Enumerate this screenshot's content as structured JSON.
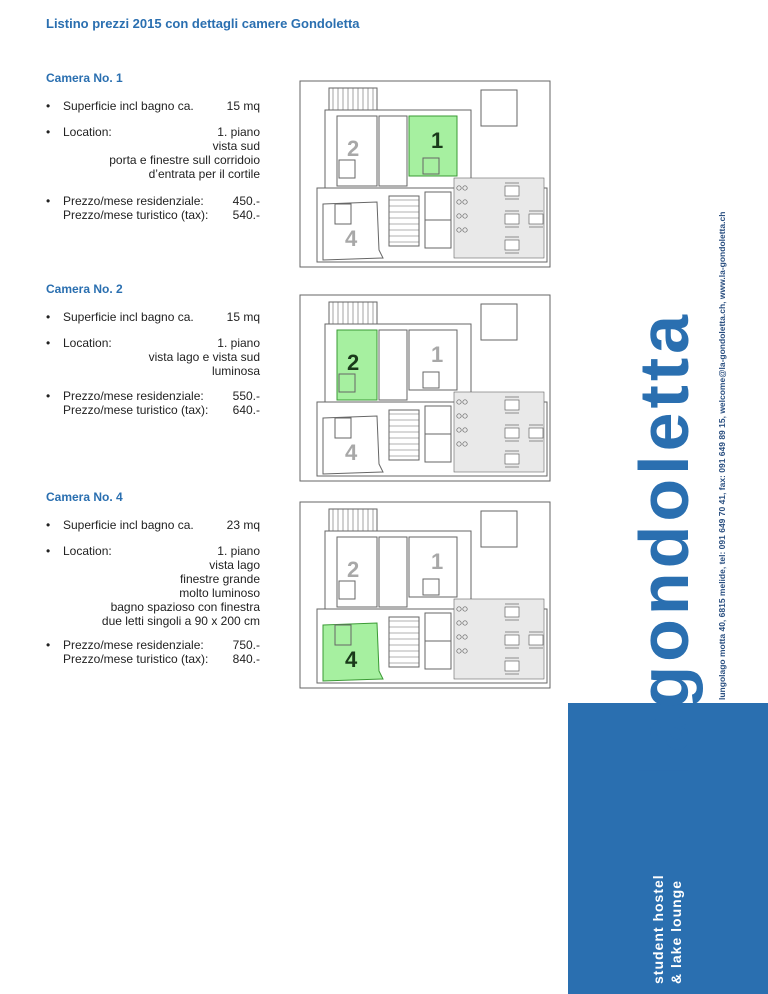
{
  "page_title": "Listino prezzi 2015 con dettagli camere Gondoletta",
  "brand": {
    "name": "lagondoletta",
    "tagline_line1": "student hostel",
    "tagline_line2": "& lake lounge",
    "contact": "lungolago motta 40, 6815 melide, tel: 091 649 70 41, fax: 091 649 89 15, welcome@la-gondoletta.ch, www.la-gondoletta.ch",
    "accent_color": "#2a6fb0"
  },
  "rooms": [
    {
      "heading": "Camera No. 1",
      "size_label": "Superficie incl bagno ca.",
      "size_value": "15 mq",
      "location_label": "Location:",
      "location_lines": [
        "1. piano",
        "vista sud",
        "porta e finestre sull corridoio",
        "d’entrata per il cortile"
      ],
      "price_res_label": "Prezzo/mese residenziale:",
      "price_res_value": "450.-",
      "price_tour_label": "Prezzo/mese turistico (tax):",
      "price_tour_value": "540.-",
      "highlighted_room": "1"
    },
    {
      "heading": "Camera No. 2",
      "size_label": "Superficie incl bagno ca.",
      "size_value": "15 mq",
      "location_label": "Location:",
      "location_lines": [
        "1. piano",
        "vista lago e vista sud",
        "luminosa"
      ],
      "price_res_label": "Prezzo/mese residenziale:",
      "price_res_value": "550.-",
      "price_tour_label": "Prezzo/mese turistico (tax):",
      "price_tour_value": "640.-",
      "highlighted_room": "2"
    },
    {
      "heading": "Camera No. 4",
      "size_label": "Superficie incl bagno ca.",
      "size_value": "23 mq",
      "location_label": "Location:",
      "location_lines": [
        "1. piano",
        "vista lago",
        "finestre grande",
        "molto luminoso",
        "bagno spazioso con finestra",
        "due letti singoli a 90 x 200 cm"
      ],
      "price_res_label": "Prezzo/mese residenziale:",
      "price_res_value": "750.-",
      "price_tour_label": "Prezzo/mese turistico (tax):",
      "price_tour_value": "840.-",
      "highlighted_room": "4"
    }
  ],
  "plan_labels": {
    "room1": "1",
    "room2": "2",
    "room4": "4"
  },
  "colors": {
    "highlight": "#a6f0a0",
    "highlight_stroke": "#3a9a34",
    "plan_line": "#666666",
    "plan_fill": "#e9e9e9"
  }
}
